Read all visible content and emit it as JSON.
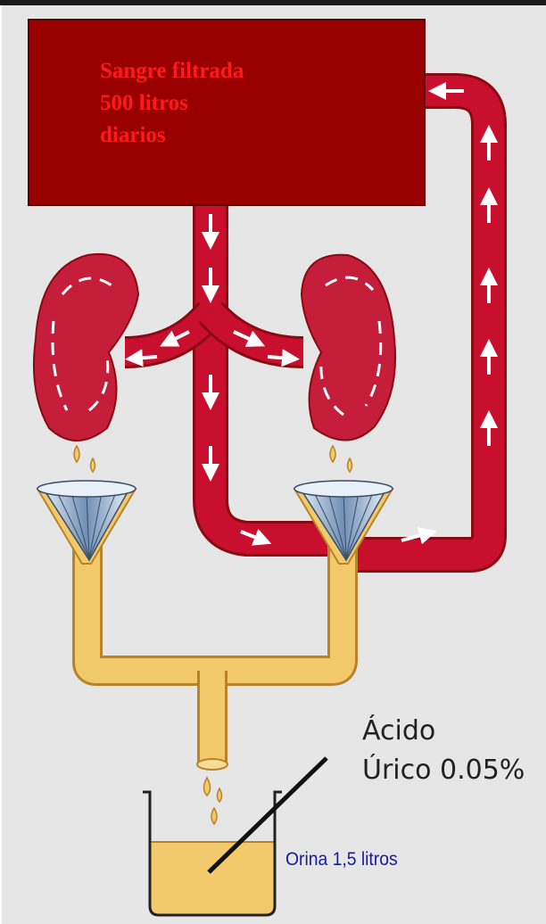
{
  "blood_box": {
    "line1": "Sangre filtrada",
    "line2": "500 litros",
    "line3": "diarios"
  },
  "uric_acid": {
    "line1": "Ácido",
    "line2": "Úrico 0.05%"
  },
  "urine": {
    "label": "Orina 1,5 litros"
  },
  "colors": {
    "background": "#e6e6e6",
    "blood_box": "#990000",
    "vessel": "#c8102e",
    "kidney": "#c41e3a",
    "urine": "#f2c96b",
    "urine_outline": "#b8832a",
    "blood_text": "#ff1a1a",
    "urine_text": "#1a1aa0"
  }
}
